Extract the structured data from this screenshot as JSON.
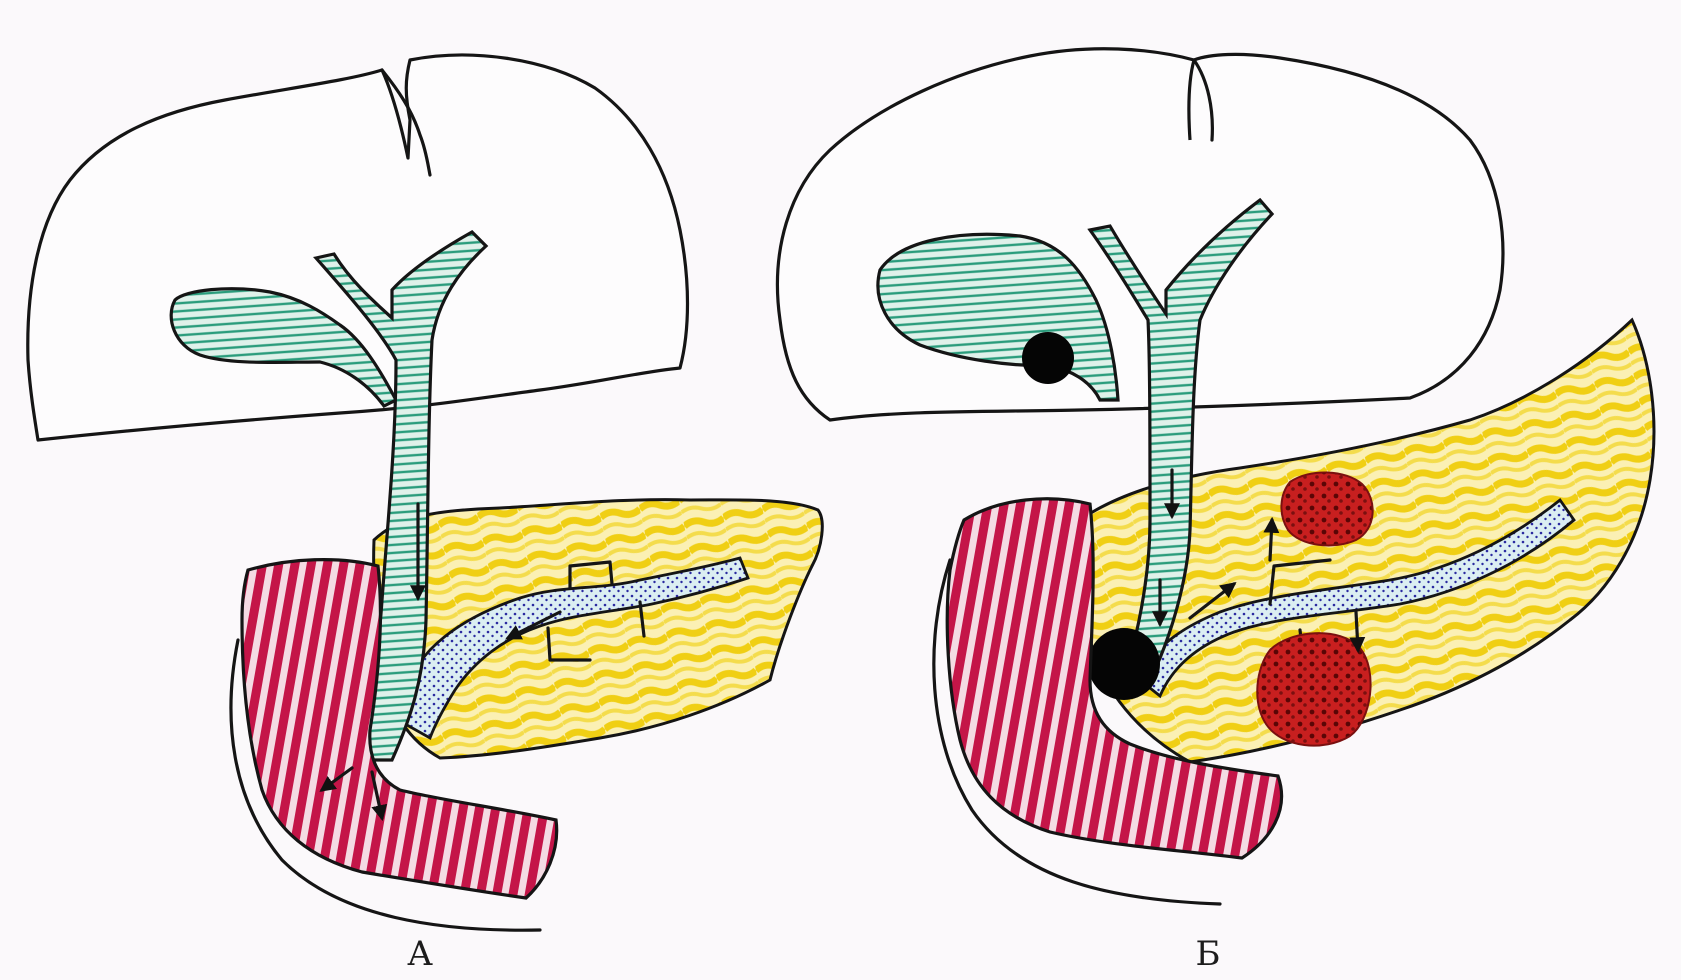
{
  "panels": [
    {
      "id": "A",
      "label": "А",
      "stones": false
    },
    {
      "id": "B",
      "label": "Б",
      "stones": true
    }
  ],
  "colors": {
    "outline": "#151515",
    "bile": "#2a9c7c",
    "pancreas": "#f2d21a",
    "pancreatic_juice": "#2a2aa0",
    "duodenum": "#c41548",
    "necrosis": "#b81818",
    "stone": "#050505",
    "paper": "#fbf9fb"
  }
}
